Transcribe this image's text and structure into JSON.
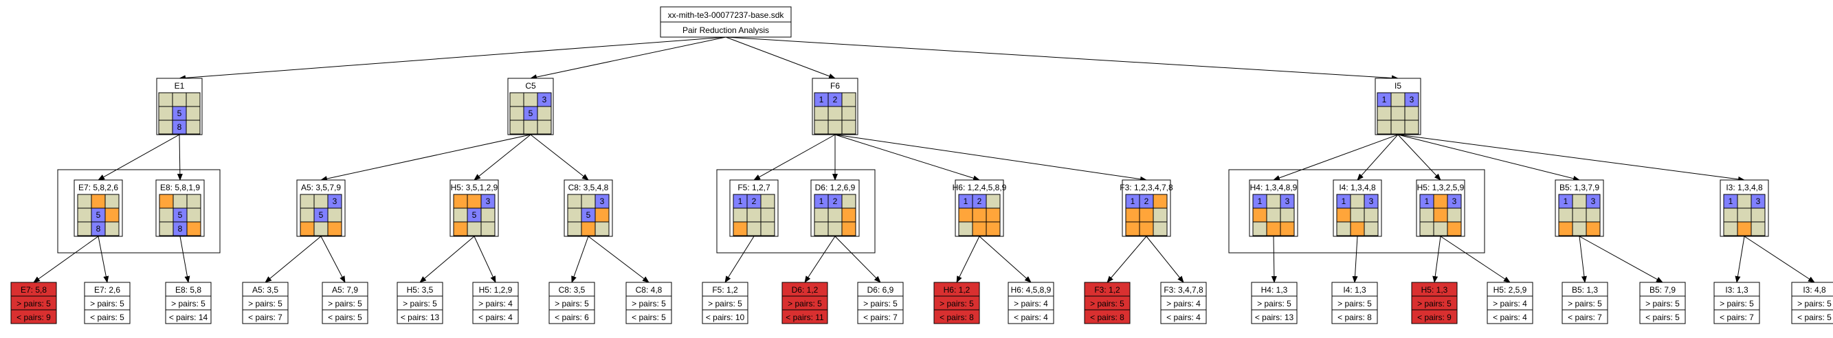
{
  "root": {
    "title": "xx-mith-te3-00077237-base.sdk",
    "subtitle": "Pair Reduction Analysis"
  },
  "colors": {
    "khaki": "#d8d8b4",
    "blue": "#8080ff",
    "orange": "#ffa53a",
    "red": "#d93030",
    "white": "#ffffff",
    "line": "#000000"
  },
  "pairs_labels": {
    "gt": "> pairs:",
    "lt": "< pairs:"
  },
  "top_nodes": [
    {
      "label": "E1",
      "grid": [
        "kkk",
        "kbk",
        "kbk"
      ],
      "nums": [
        "",
        "",
        "",
        "",
        "5",
        "",
        "",
        "8",
        ""
      ]
    },
    {
      "label": "C5",
      "grid": [
        "kkb",
        "kbk",
        "kkk"
      ],
      "nums": [
        "",
        "",
        "3",
        "",
        "5",
        "",
        "",
        "",
        ""
      ]
    },
    {
      "label": "F6",
      "grid": [
        "bbk",
        "kkk",
        "kkk"
      ],
      "nums": [
        "1",
        "2",
        "",
        "",
        "",
        "",
        "",
        "",
        ""
      ]
    },
    {
      "label": "I5",
      "grid": [
        "bkb",
        "kkk",
        "kkk"
      ],
      "nums": [
        "1",
        "",
        "3",
        "",
        "",
        "",
        "",
        "",
        ""
      ]
    }
  ],
  "mid_nodes": [
    {
      "label": "E7: 5,8,2,6",
      "grid": [
        "kok",
        "kbo",
        "kbk"
      ],
      "nums": [
        "",
        "",
        "",
        "",
        "5",
        "",
        "",
        "8",
        ""
      ]
    },
    {
      "label": "E8: 5,8,1,9",
      "grid": [
        "okk",
        "kbk",
        "kbo"
      ],
      "nums": [
        "",
        "",
        "",
        "",
        "5",
        "",
        "",
        "8",
        ""
      ]
    },
    {
      "label": "A5: 3,5,7,9",
      "grid": [
        "kkb",
        "kbk",
        "oko"
      ],
      "nums": [
        "",
        "",
        "3",
        "",
        "5",
        "",
        "",
        "",
        ""
      ]
    },
    {
      "label": "H5: 3,5,1,2,9",
      "grid": [
        "oob",
        "kbk",
        "okk"
      ],
      "nums": [
        "",
        "",
        "3",
        "",
        "5",
        "",
        "",
        "",
        ""
      ]
    },
    {
      "label": "C8: 3,5,4,8",
      "grid": [
        "kkb",
        "kbo",
        "kok"
      ],
      "nums": [
        "",
        "",
        "3",
        "",
        "5",
        "",
        "",
        "",
        ""
      ]
    },
    {
      "label": "F5: 1,2,7",
      "grid": [
        "bbk",
        "kkk",
        "okk"
      ],
      "nums": [
        "1",
        "2",
        "",
        "",
        "",
        "",
        "",
        "",
        ""
      ]
    },
    {
      "label": "D6: 1,2,6,9",
      "grid": [
        "bbk",
        "kko",
        "kko"
      ],
      "nums": [
        "1",
        "2",
        "",
        "",
        "",
        "",
        "",
        "",
        ""
      ]
    },
    {
      "label": "H6: 1,2,4,5,8,9",
      "grid": [
        "bbk",
        "ooo",
        "koo"
      ],
      "nums": [
        "1",
        "2",
        "",
        "",
        "",
        "",
        "",
        "",
        ""
      ]
    },
    {
      "label": "F3: 1,2,3,4,7,8",
      "grid": [
        "bbo",
        "ook",
        "ook"
      ],
      "nums": [
        "1",
        "2",
        "",
        "",
        "",
        "",
        "",
        "",
        ""
      ]
    },
    {
      "label": "H4: 1,3,4,8,9",
      "grid": [
        "bkb",
        "okk",
        "koo"
      ],
      "nums": [
        "1",
        "",
        "3",
        "",
        "",
        "",
        "",
        "",
        ""
      ]
    },
    {
      "label": "I4: 1,3,4,8",
      "grid": [
        "bkb",
        "okk",
        "kok"
      ],
      "nums": [
        "1",
        "",
        "3",
        "",
        "",
        "",
        "",
        "",
        ""
      ]
    },
    {
      "label": "H5: 1,3,2,5,9",
      "grid": [
        "bob",
        "kok",
        "kko"
      ],
      "nums": [
        "1",
        "",
        "3",
        "",
        "",
        "",
        "",
        "",
        ""
      ]
    },
    {
      "label": "B5: 1,3,7,9",
      "grid": [
        "bkb",
        "kkk",
        "oko"
      ],
      "nums": [
        "1",
        "",
        "3",
        "",
        "",
        "",
        "",
        "",
        ""
      ]
    },
    {
      "label": "I3: 1,3,4,8",
      "grid": [
        "bkb",
        "kkk",
        "kok"
      ],
      "nums": [
        "1",
        "",
        "3",
        "",
        "",
        "",
        "",
        "",
        ""
      ]
    }
  ],
  "leaves": [
    {
      "label": "E7: 5,8",
      "gt": 5,
      "lt": 9,
      "status": "failed"
    },
    {
      "label": "E7: 2,6",
      "gt": 5,
      "lt": 5,
      "status": "ok"
    },
    {
      "label": "E8: 5,8",
      "gt": 5,
      "lt": 14,
      "status": "ok"
    },
    {
      "label": "A5: 3,5",
      "gt": 5,
      "lt": 7,
      "status": "ok"
    },
    {
      "label": "A5: 7,9",
      "gt": 5,
      "lt": 5,
      "status": "ok"
    },
    {
      "label": "H5: 3,5",
      "gt": 5,
      "lt": 13,
      "status": "ok"
    },
    {
      "label": "H5: 1,2,9",
      "gt": 4,
      "lt": 4,
      "status": "ok"
    },
    {
      "label": "C8: 3,5",
      "gt": 5,
      "lt": 6,
      "status": "ok"
    },
    {
      "label": "C8: 4,8",
      "gt": 5,
      "lt": 5,
      "status": "ok"
    },
    {
      "label": "F5: 1,2",
      "gt": 5,
      "lt": 10,
      "status": "ok"
    },
    {
      "label": "D6: 1,2",
      "gt": 5,
      "lt": 11,
      "status": "failed"
    },
    {
      "label": "D6: 6,9",
      "gt": 5,
      "lt": 7,
      "status": "ok"
    },
    {
      "label": "H6: 1,2",
      "gt": 5,
      "lt": 8,
      "status": "failed"
    },
    {
      "label": "H6: 4,5,8,9",
      "gt": 4,
      "lt": 4,
      "status": "ok"
    },
    {
      "label": "F3: 1,2",
      "gt": 5,
      "lt": 8,
      "status": "failed"
    },
    {
      "label": "F3: 3,4,7,8",
      "gt": 4,
      "lt": 4,
      "status": "ok"
    },
    {
      "label": "H4: 1,3",
      "gt": 5,
      "lt": 13,
      "status": "ok"
    },
    {
      "label": "I4: 1,3",
      "gt": 5,
      "lt": 8,
      "status": "ok"
    },
    {
      "label": "H5: 1,3",
      "gt": 5,
      "lt": 9,
      "status": "failed"
    },
    {
      "label": "H5: 2,5,9",
      "gt": 4,
      "lt": 4,
      "status": "ok"
    },
    {
      "label": "B5: 1,3",
      "gt": 5,
      "lt": 7,
      "status": "ok"
    },
    {
      "label": "B5: 7,9",
      "gt": 5,
      "lt": 5,
      "status": "ok"
    },
    {
      "label": "I3: 1,3",
      "gt": 5,
      "lt": 7,
      "status": "ok"
    },
    {
      "label": "I3: 4,8",
      "gt": 5,
      "lt": 5,
      "status": "ok"
    }
  ]
}
